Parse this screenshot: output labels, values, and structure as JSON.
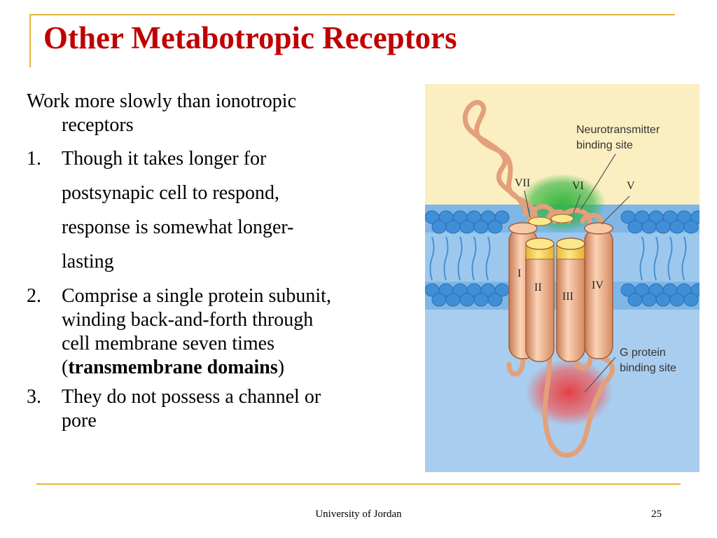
{
  "slide": {
    "title": "Other Metabotropic Receptors",
    "intro_line1": "Work more slowly than ionotropic",
    "intro_line2": "receptors",
    "items": [
      {
        "number": "1.",
        "lines": [
          "Though it takes longer for",
          "postsynapic cell to respond,",
          "response is somewhat longer-",
          "lasting"
        ]
      },
      {
        "number": "2.",
        "lines": [
          "Comprise a single protein subunit,",
          "winding back-and-forth through",
          "cell membrane seven times"
        ],
        "paren_open": "(",
        "bold_term": "transmembrane domains",
        "paren_close": ")"
      },
      {
        "number": "3.",
        "lines": [
          "They do not possess a channel or",
          "pore"
        ]
      }
    ]
  },
  "figure": {
    "neurotransmitter_label": [
      "Neurotransmitter",
      "binding site"
    ],
    "g_protein_label": [
      "G protein",
      "binding site"
    ],
    "domains": [
      "I",
      "II",
      "III",
      "IV",
      "V",
      "VI",
      "VII"
    ],
    "colors": {
      "extracellular": "#fbefc2",
      "intracellular": "#a9cdee",
      "helix": "#f2b48f",
      "helix_top": "#f4d15a",
      "nt_site": "#2fb43c",
      "gp_site": "#e8383a"
    }
  },
  "footer": {
    "institution": "University of Jordan",
    "page_number": "25"
  }
}
